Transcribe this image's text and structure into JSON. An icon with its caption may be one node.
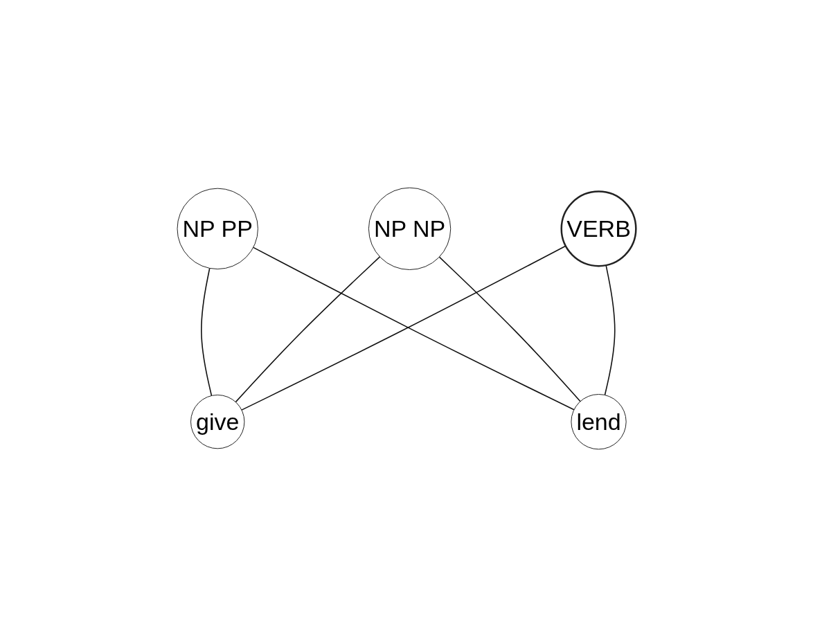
{
  "diagram": {
    "nodes": [
      {
        "text": [
          "NP PP"
        ]
      },
      {
        "text": [
          "NP NP"
        ]
      },
      {
        "text": [
          "VERB"
        ]
      },
      {
        "text": [
          "give"
        ]
      },
      {
        "text": [
          "lend"
        ]
      }
    ],
    "edges": [
      {
        "from": 0,
        "to": 3,
        "arrow": "none"
      },
      {
        "from": 0,
        "to": 4,
        "arrow": "none"
      },
      {
        "from": 1,
        "to": 3,
        "arrow": "none"
      },
      {
        "from": 1,
        "to": 4,
        "arrow": "none"
      },
      {
        "from": 2,
        "to": 3,
        "arrow": "none"
      },
      {
        "from": 2,
        "to": 4,
        "arrow": "none"
      }
    ]
  }
}
